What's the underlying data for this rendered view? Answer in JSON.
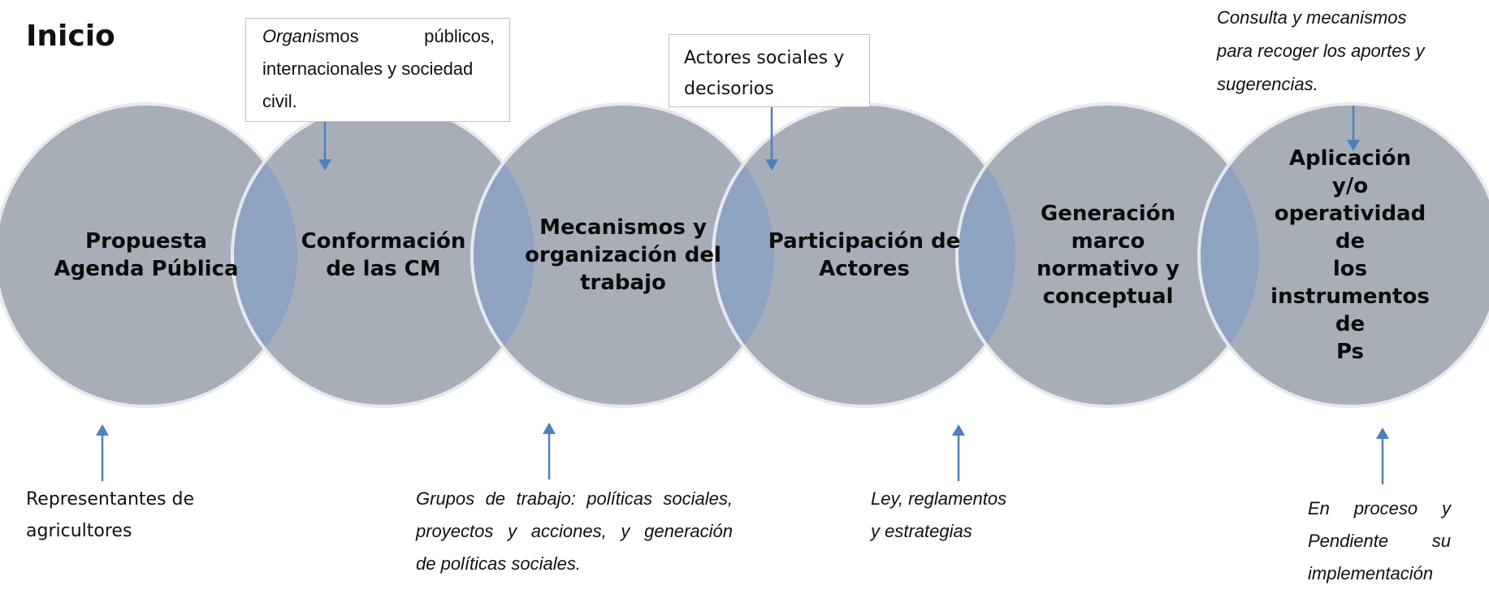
{
  "title": "Inicio",
  "circles": [
    {
      "label": "Propuesta\nAgenda Pública"
    },
    {
      "label": "Conformación\nde las CM"
    },
    {
      "label": "Mecanismos y\norganización del\ntrabajo"
    },
    {
      "label": "Participación de\nActores"
    },
    {
      "label": "Generación\nmarco\nnormativo y\nconceptual"
    },
    {
      "label": "Aplicación y/o\noperatividad de\nlos\ninstrumentos de\nPs"
    }
  ],
  "notes": {
    "organismos_italic": "Organis",
    "organismos_rest": "mos públicos,",
    "organismos_line2": "internacionales y sociedad",
    "organismos_line3": "civil.",
    "actores_line1": "Actores sociales y",
    "actores_line2": "decisorios",
    "consulta_line1": "Consulta y mecanismos",
    "consulta_line2": "para recoger los aportes y",
    "consulta_line3": "sugerencias.",
    "representantes_line1": "Representantes de",
    "representantes_line2": "agricultores",
    "grupos_line1": "Grupos de trabajo: políticas sociales,",
    "grupos_line2": "proyectos y acciones, y generación",
    "grupos_line3": "de políticas sociales.",
    "ley_line1": "Ley, reglamentos",
    "ley_line2": "y estrategias",
    "proceso_line1": "En proceso y",
    "proceso_line2": "Pendiente su",
    "proceso_line3": "implementación"
  },
  "colors": {
    "circle_fill": "#a7aeb8",
    "circle_stroke": "#e6e9ee",
    "overlap_fill": "#8ea2c1",
    "arrow": "#4f7fbf"
  }
}
